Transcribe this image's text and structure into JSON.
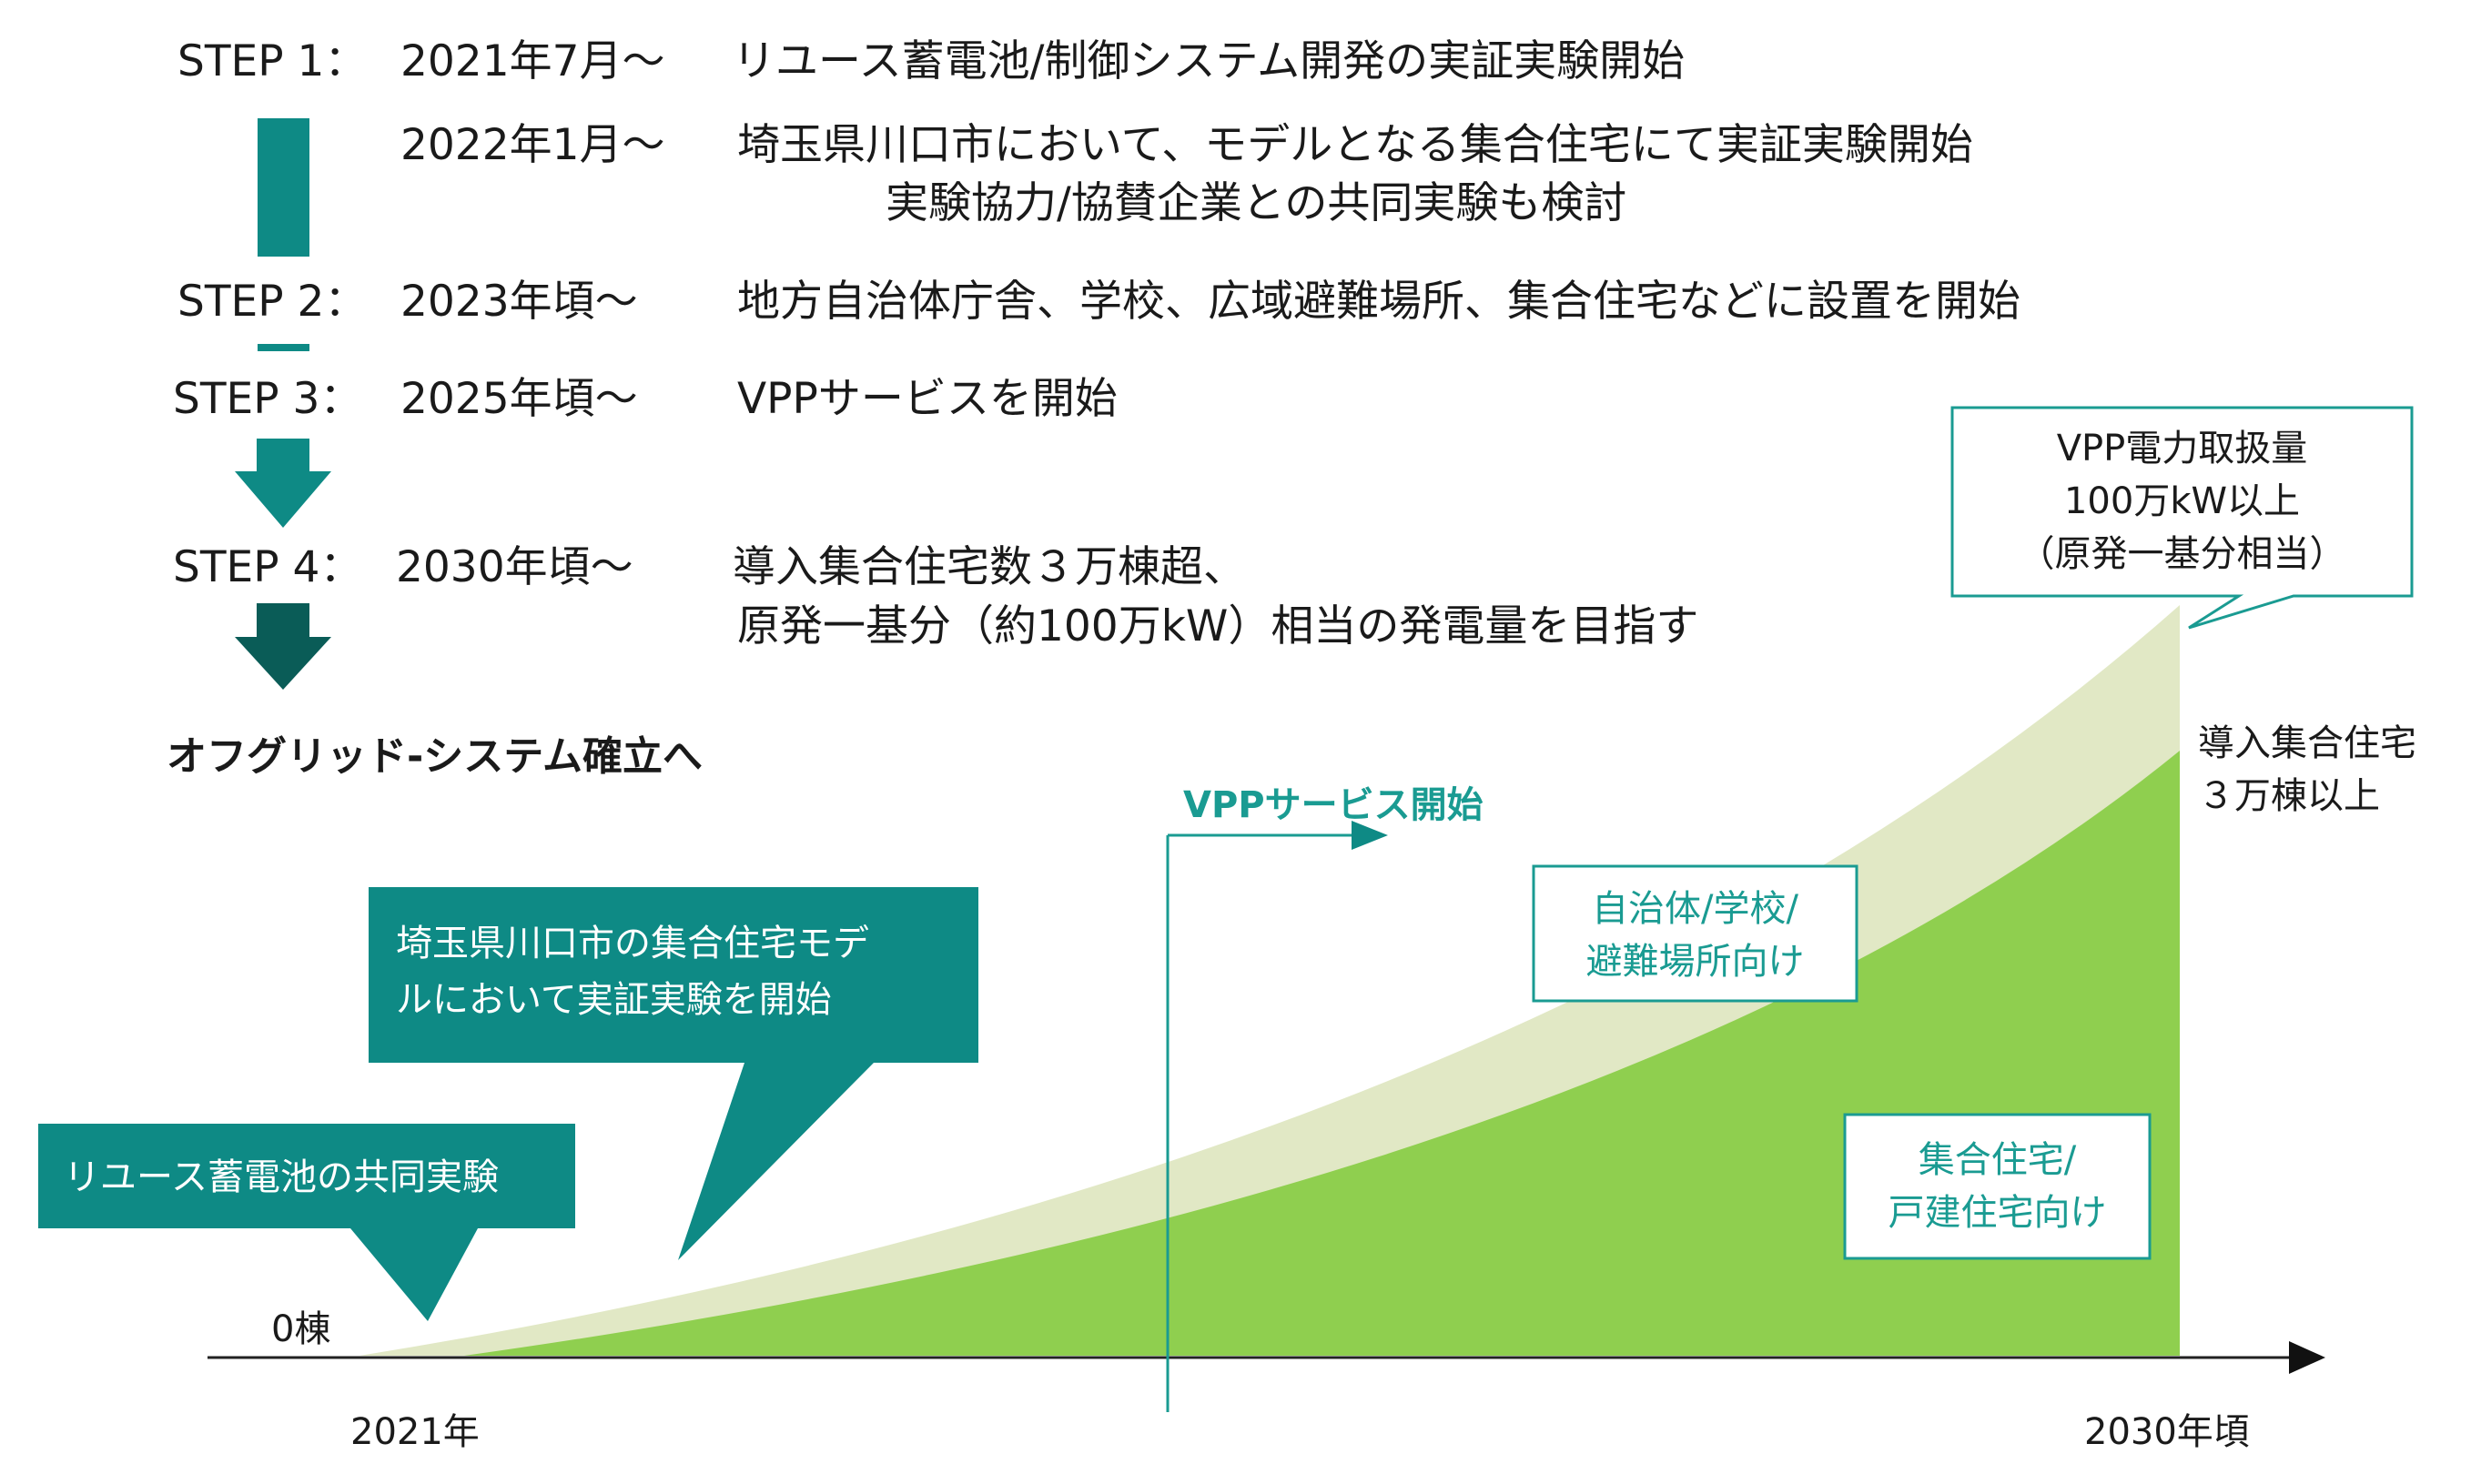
{
  "steps": [
    {
      "label": "STEP 1：",
      "date": "2021年7月～",
      "desc": "リユース蓄電池/制御システム開発の実証実験開始"
    },
    {
      "date": "2022年1月～",
      "desc": "埼玉県川口市において、モデルとなる集合住宅にて実証実験開始",
      "desc2": "実験協力/協賛企業との共同実験も検討"
    },
    {
      "label": "STEP 2：",
      "date": "2023年頃～",
      "desc": "地方自治体庁舎、学校、広域避難場所、集合住宅などに設置を開始"
    },
    {
      "label": "STEP 3：",
      "date": "2025年頃～",
      "desc": "VPPサービスを開始"
    },
    {
      "label": "STEP 4：",
      "date": "2030年頃～",
      "desc": "導入集合住宅数３万棟超、",
      "desc2": "原発一基分（約100万kW）相当の発電量を目指す"
    }
  ],
  "goal": "オフグリッド-システム確立へ",
  "vpp_start": "VPPサービス開始",
  "callouts": {
    "kawaguchi": "埼玉県川口市の集合住宅モデ\nルにおいて実証実験を開始",
    "reuse": "リユース蓄電池の共同実験"
  },
  "boxes": {
    "vpp_volume": "VPP電力取扱量\n100万kW以上\n（原発一基分相当）",
    "municipal": "自治体/学校/\n避難場所向け",
    "housing": "集合住宅/\n戸建住宅向け"
  },
  "labels": {
    "zero": "0棟",
    "start_year": "2021年",
    "end_year": "2030年頃",
    "housing_target": "導入集合住宅\n３万棟以上"
  },
  "colors": {
    "teal": "#0e8a85",
    "dark_teal": "#0a5c57",
    "light_band": "#e1e8c5",
    "green_area": "#8fcf4f",
    "box_text": "#1a9b92"
  }
}
